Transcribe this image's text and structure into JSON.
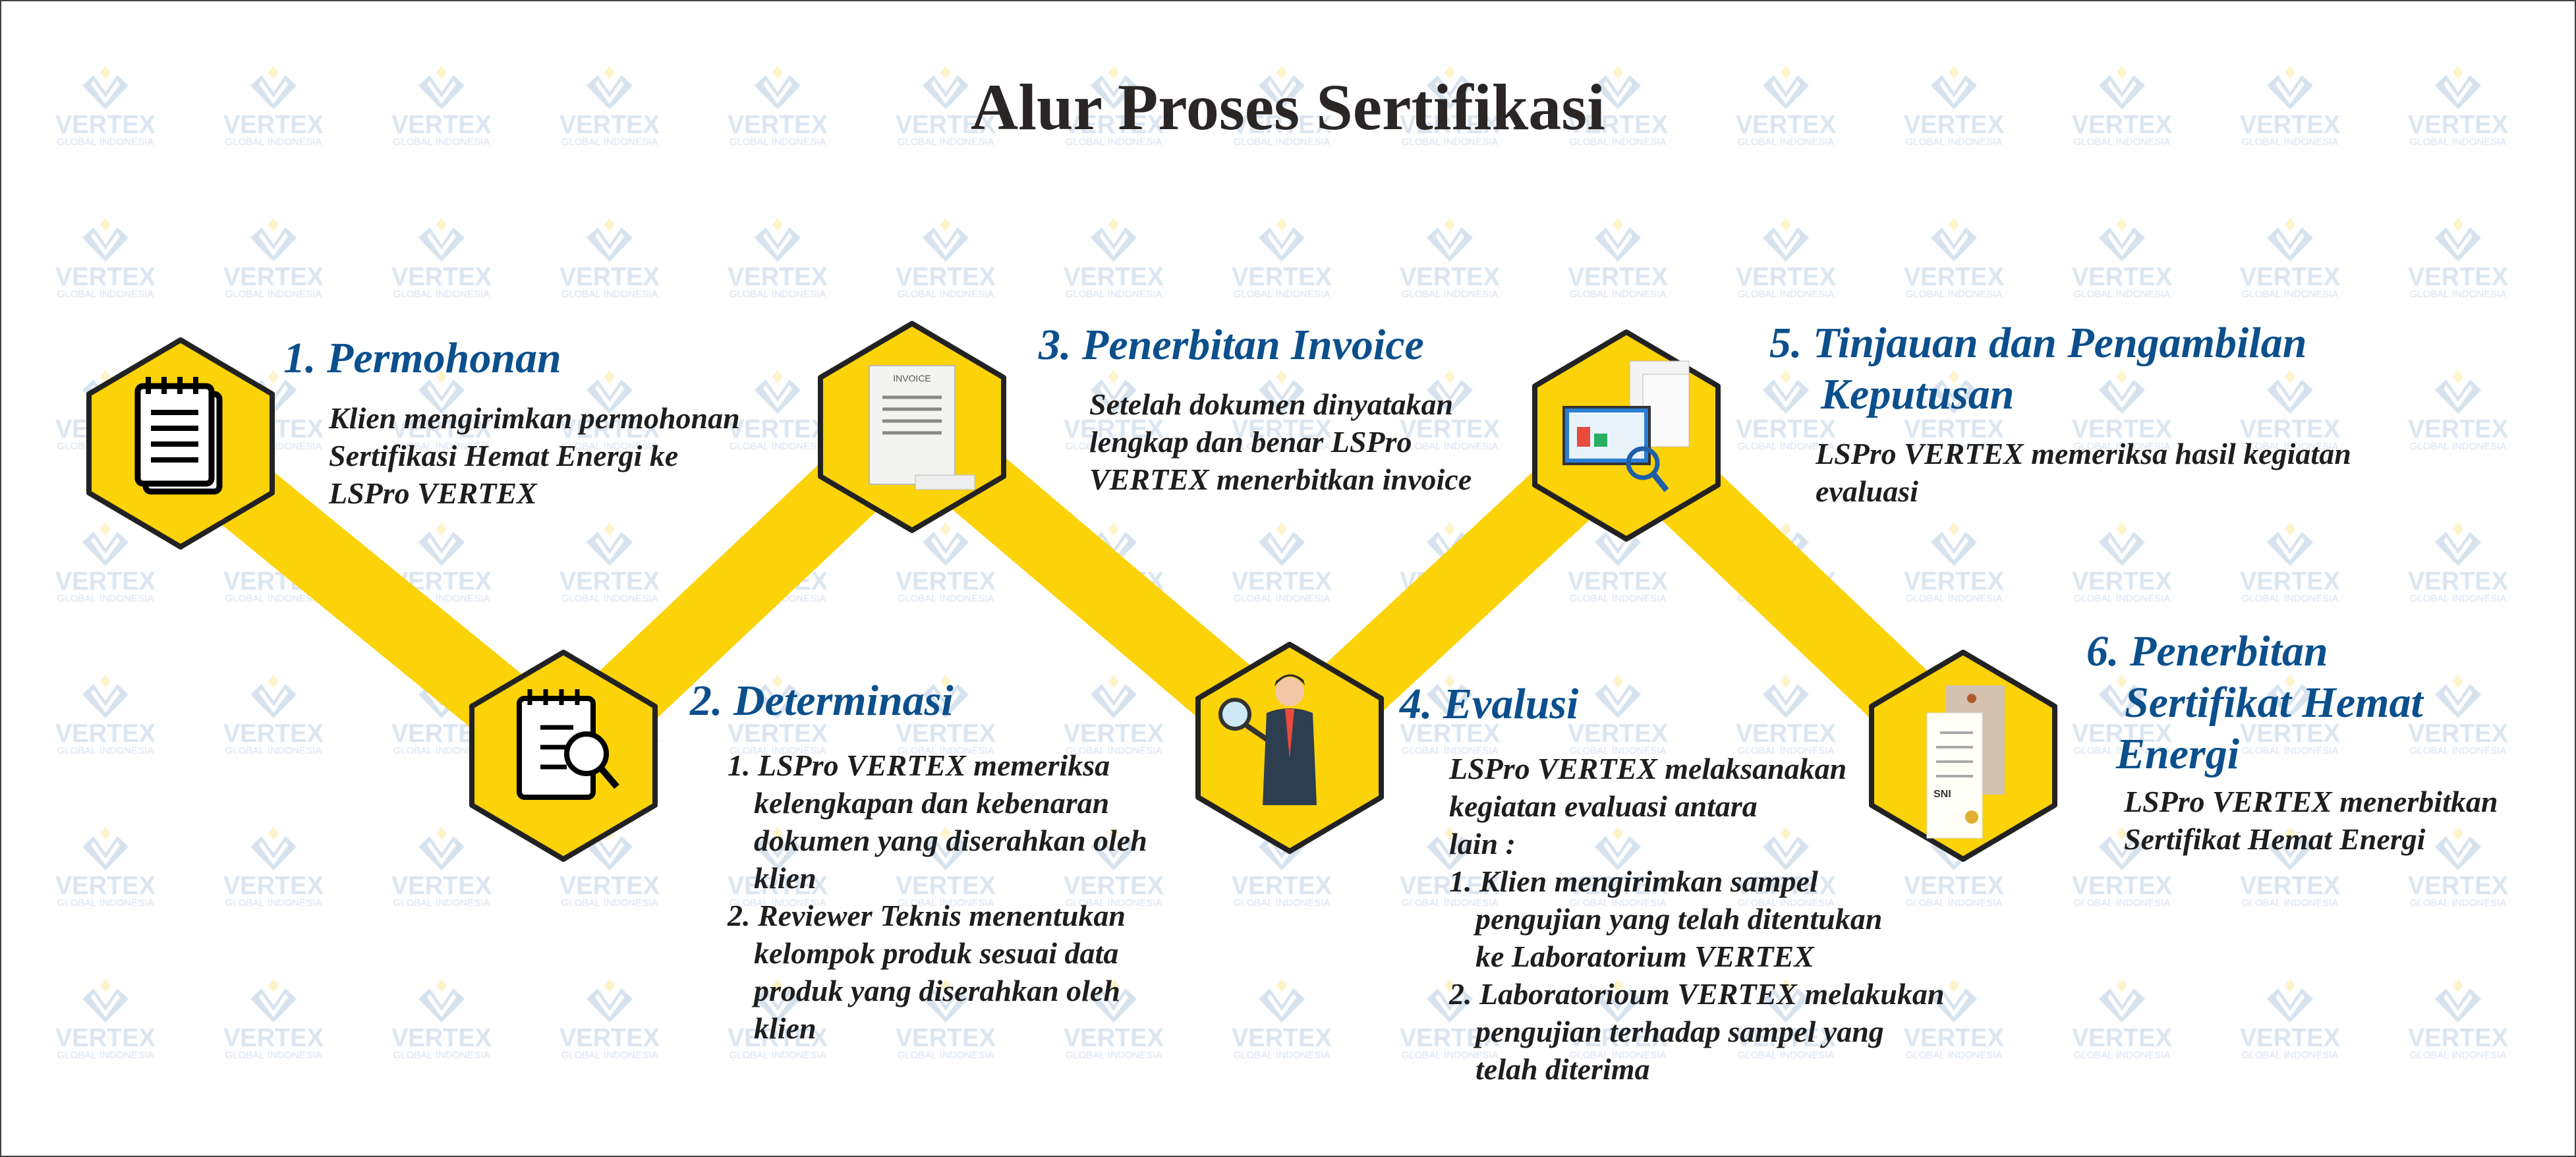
{
  "title": "Alur Proses Sertifikasi",
  "watermark": {
    "line1": "VERTEX",
    "line2": "GLOBAL INDONESIA"
  },
  "colors": {
    "accent": "#FCD208",
    "heading": "#0B4F8C",
    "text": "#1E1E1E"
  },
  "steps": [
    {
      "title": "1. Permohonan",
      "icon": "notepad-icon",
      "body": [
        "Klien mengirimkan permohonan",
        "Sertifikasi Hemat Energi ke",
        "LSPro VERTEX"
      ]
    },
    {
      "title": "2. Determinasi",
      "icon": "document-search-icon",
      "body": [
        "1. LSPro VERTEX memeriksa",
        "kelengkapan dan kebenaran",
        "dokumen yang diserahkan oleh",
        "klien",
        "2. Reviewer Teknis menentukan",
        "kelompok produk sesuai data",
        "produk yang diserahkan oleh",
        "klien"
      ]
    },
    {
      "title": "3. Penerbitan Invoice",
      "icon": "invoice-icon",
      "icon_text": "INVOICE",
      "body": [
        "Setelah dokumen dinyatakan",
        "lengkap dan benar LSPro",
        "VERTEX menerbitkan invoice"
      ]
    },
    {
      "title": "4. Evalusi",
      "icon": "businessman-magnifier-icon",
      "body": [
        "LSPro VERTEX melaksanakan",
        "kegiatan evaluasi antara",
        "lain :",
        "1. Klien mengirimkan sampel",
        "pengujian yang telah ditentukan",
        "ke Laboratorium VERTEX",
        "2. Laboratorioum VERTEX melakukan",
        "pengujian terhadap sampel yang",
        "telah diterima"
      ]
    },
    {
      "title_lines": [
        "5. Tinjauan dan Pengambilan",
        "Keputusan"
      ],
      "icon": "monitor-review-icon",
      "body": [
        "LSPro VERTEX memeriksa hasil kegiatan",
        "evaluasi"
      ]
    },
    {
      "title_lines": [
        "6. Penerbitan",
        "Sertifikat Hemat",
        "Energi"
      ],
      "icon": "certificate-envelope-icon",
      "icon_text": "SNI",
      "body": [
        "LSPro VERTEX menerbitkan",
        "Sertifikat Hemat Energi"
      ]
    }
  ]
}
